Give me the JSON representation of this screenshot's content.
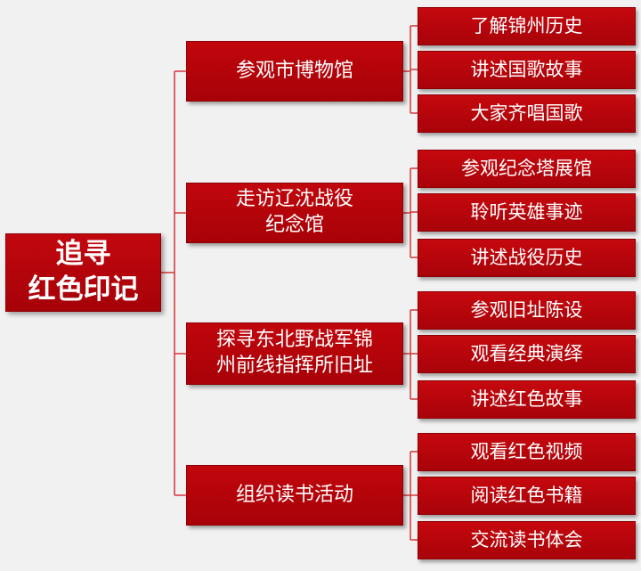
{
  "diagram": {
    "root": {
      "label": "追寻\n红色印记"
    },
    "branches": [
      {
        "label": "参观市博物馆",
        "children": [
          "了解锦州历史",
          "讲述国歌故事",
          "大家齐唱国歌"
        ]
      },
      {
        "label": "走访辽沈战役\n纪念馆",
        "children": [
          "参观纪念塔展馆",
          "聆听英雄事迹",
          "讲述战役历史"
        ]
      },
      {
        "label": "探寻东北野战军锦\n州前线指挥所旧址",
        "children": [
          "参观旧址陈设",
          "观看经典演绎",
          "讲述红色故事"
        ]
      },
      {
        "label": "组织读书活动",
        "children": [
          "观看红色视频",
          "阅读红色书籍",
          "交流读书体会"
        ]
      }
    ],
    "colors": {
      "node_fill": "#b3040b",
      "connector": "#d3343a",
      "background": "#f1f1f1",
      "text": "#ffffff"
    }
  }
}
